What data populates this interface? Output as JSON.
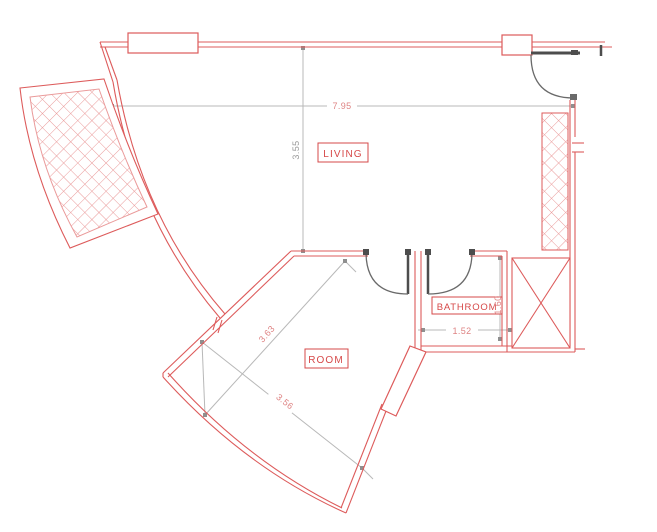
{
  "rooms": [
    {
      "label": "LIVING"
    },
    {
      "label": "ROOM"
    },
    {
      "label": "BATHROOM"
    }
  ],
  "dimensions": {
    "living_width": "7.95",
    "living_depth": "3.55",
    "room_edge_upper": "3.63",
    "room_edge_lower": "3.56",
    "bathroom_width": "1.52",
    "bathroom_depth": "1.60"
  },
  "colors": {
    "wall_red": "#dd5b5b",
    "hatch_red": "#ea9a9a",
    "label_red": "#d64848",
    "dimension_gray": "#b8b8b8",
    "dimension_text_salmon": "#de8383",
    "door_dark": "#4d4d4d",
    "background": "#ffffff"
  }
}
